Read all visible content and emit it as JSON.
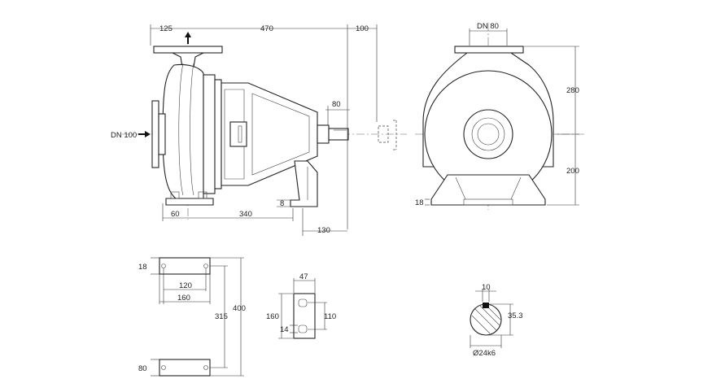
{
  "side_view": {
    "dim_125": "125",
    "dim_470": "470",
    "dim_100": "100",
    "dim_80": "80",
    "inlet_label": "DN 100",
    "dim_60": "60",
    "dim_340": "340",
    "dim_8": "8",
    "dim_130": "130"
  },
  "front_view": {
    "outlet_label": "DN 80",
    "dim_280": "280",
    "dim_200": "200",
    "dim_18": "18"
  },
  "foot_plan": {
    "dim_18": "18",
    "dim_120": "120",
    "dim_160": "160",
    "dim_315": "315",
    "dim_400": "400",
    "dim_80": "80"
  },
  "foot_detail": {
    "dim_47": "47",
    "dim_160": "160",
    "dim_110": "110",
    "dim_14": "14"
  },
  "shaft_section": {
    "dim_10": "10",
    "dim_35_3": "35.3",
    "diameter_label": "Ø24k6"
  }
}
